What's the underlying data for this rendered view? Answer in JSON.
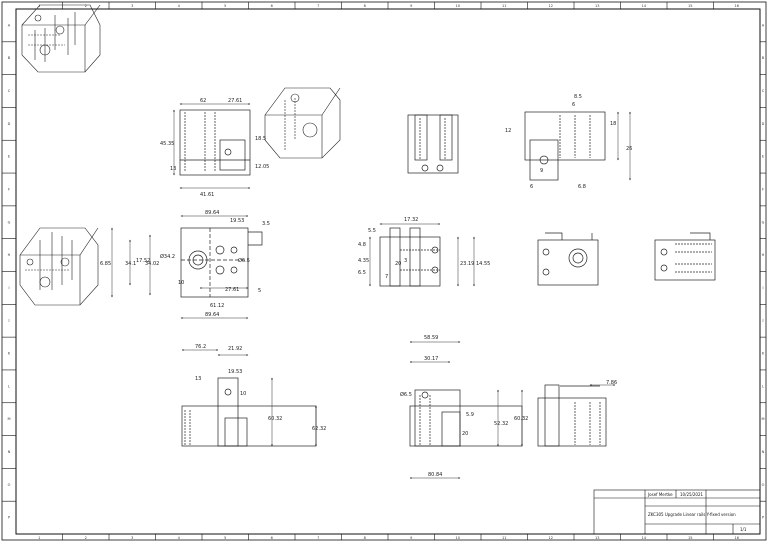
{
  "sheet": {
    "column_labels": [
      "1",
      "2",
      "3",
      "4",
      "5",
      "6",
      "7",
      "8",
      "9",
      "10",
      "11",
      "12",
      "13",
      "14",
      "15",
      "16"
    ],
    "row_labels": [
      "A",
      "B",
      "C",
      "D",
      "E",
      "F",
      "G",
      "H",
      "I",
      "J",
      "K",
      "L",
      "M",
      "N",
      "O",
      "P"
    ]
  },
  "title_block": {
    "author": "Josef Mertke",
    "date": "10/25/2021",
    "title": "ZKC305 Upgrade Linear rails Y-fixed version",
    "sheet_number": "1/1"
  },
  "dimensions": {
    "top_left_view": [
      "62",
      "27.61",
      "45.35",
      "18.5",
      "13",
      "12.05",
      "41.61"
    ],
    "top_right_view": [
      "8.5",
      "6",
      "12",
      "18",
      "26",
      "6",
      "6.8",
      "9"
    ],
    "front_view": [
      "89.64",
      "19.53",
      "34.1",
      "34.02",
      "17.52",
      "6.85",
      "Ø34.2",
      "10",
      "Ø6.5",
      "27.61",
      "61.12",
      "89.64",
      "3.5",
      "5"
    ],
    "side_view_center": [
      "17.32",
      "5.5",
      "4.8",
      "4.35",
      "6.5",
      "7",
      "20",
      "3",
      "23.19",
      "14.55"
    ],
    "bottom_left_view": [
      "76.2",
      "21.92",
      "19.53",
      "13",
      "10",
      "60.32",
      "62.32"
    ],
    "bottom_center_view": [
      "58.59",
      "30.17",
      "Ø6.5",
      "5.9",
      "20",
      "52.32",
      "60.32",
      "80.84"
    ],
    "bottom_right_view": [
      "7.86"
    ]
  }
}
